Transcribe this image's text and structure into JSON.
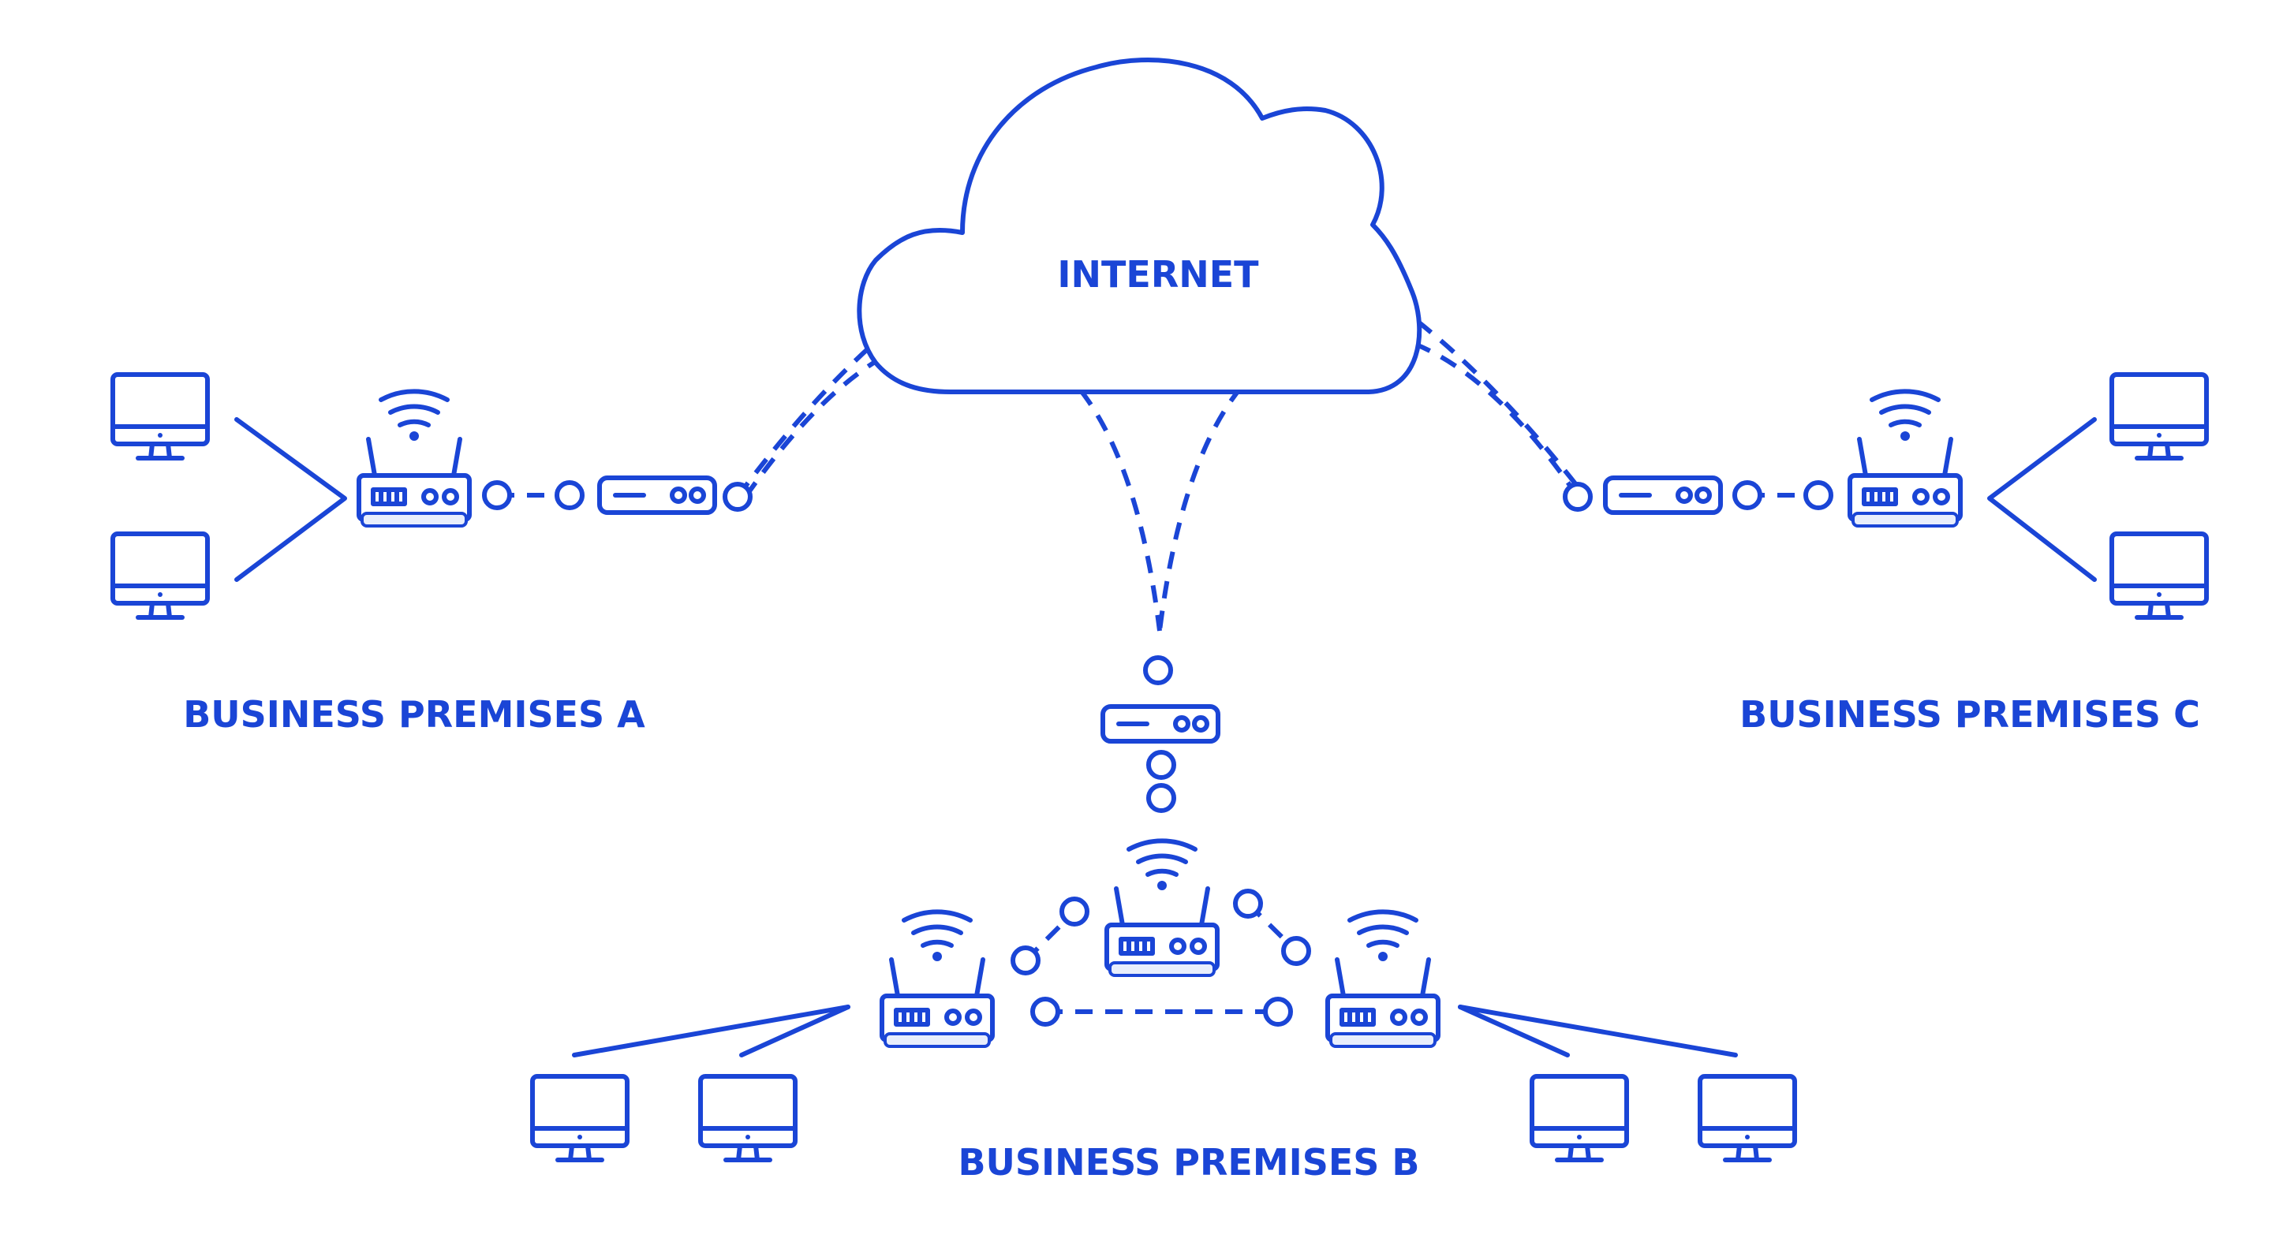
{
  "diagram": {
    "cloud_label": "INTERNET",
    "premises": [
      {
        "id": "a",
        "label": "BUSINESS PREMISES A"
      },
      {
        "id": "b",
        "label": "BUSINESS PREMISES B"
      },
      {
        "id": "c",
        "label": "BUSINESS PREMISES C"
      }
    ],
    "colors": {
      "stroke": "#1a45d6",
      "screen_fill": "#e8eefc",
      "background": "#ffffff"
    }
  }
}
